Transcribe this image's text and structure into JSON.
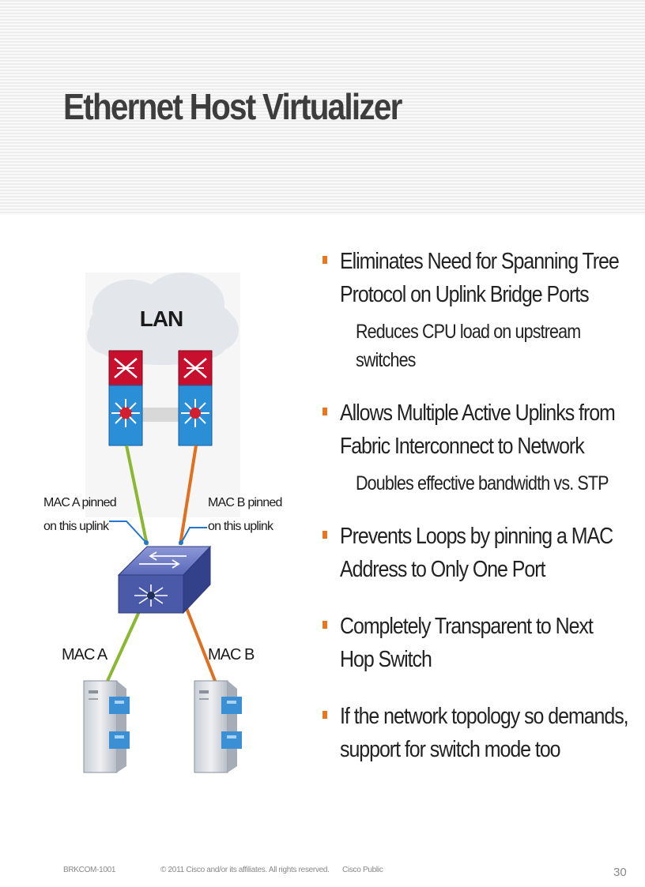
{
  "title": "Ethernet Host Virtualizer",
  "bullets": [
    {
      "text_lines": [
        "Eliminates Need for Spanning Tree",
        "Protocol on Uplink Bridge Ports"
      ],
      "sub_lines": [
        "Reduces CPU load on upstream",
        "switches"
      ]
    },
    {
      "text_lines": [
        "Allows Multiple Active Uplinks from",
        "Fabric Interconnect to Network"
      ],
      "sub_lines": [
        "Doubles effective bandwidth vs. STP"
      ]
    },
    {
      "text_lines": [
        "Prevents Loops by pinning a MAC",
        "Address to Only One Port"
      ],
      "sub_lines": []
    },
    {
      "text_lines": [
        "Completely Transparent to Next",
        "Hop Switch"
      ],
      "sub_lines": []
    },
    {
      "text_lines": [
        "If the network topology so demands,",
        "support for switch mode too"
      ],
      "sub_lines": []
    }
  ],
  "diagram": {
    "cloud_label": "LAN",
    "pin_a_label": [
      "MAC A pinned",
      "on this uplink"
    ],
    "pin_b_label": [
      "MAC B pinned",
      "on this uplink"
    ],
    "host_a_label": "MAC A",
    "host_b_label": "MAC B",
    "colors": {
      "uplink_a": "#8ab833",
      "uplink_b": "#e07020",
      "switch_red": "#c8102e",
      "switch_blue": "#2a8fd6",
      "fabric": "#4a5aa8",
      "bullet": "#e87722"
    }
  },
  "footer": {
    "session": "BRKCOM-1001",
    "copyright": "© 2011 Cisco and/or its affiliates. All rights reserved.",
    "classification": "Cisco Public",
    "page": "30"
  }
}
